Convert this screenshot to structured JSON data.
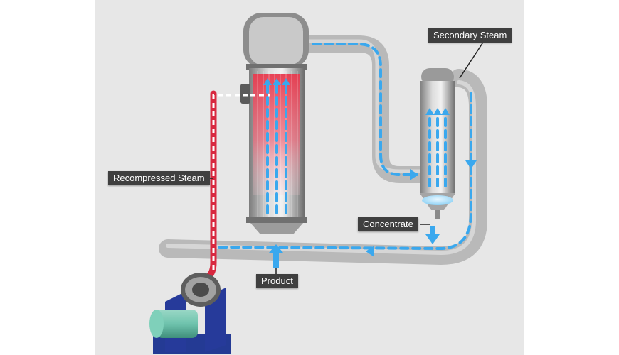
{
  "labels": {
    "secondary_steam": "Secondary Steam",
    "recompressed_steam": "Recompressed Steam",
    "concentrate": "Concentrate",
    "product": "Product"
  },
  "colors": {
    "panel_background": "#e7e7e7",
    "flow_arrow": "#3aa8ee",
    "recompressed_steam": "#e83a4e",
    "pipe": "#bdbdbd",
    "motor": "#6fc3ad",
    "pump_frame": "#263a9a",
    "label_background": "#3f3f3f",
    "label_text": "#ffffff"
  }
}
